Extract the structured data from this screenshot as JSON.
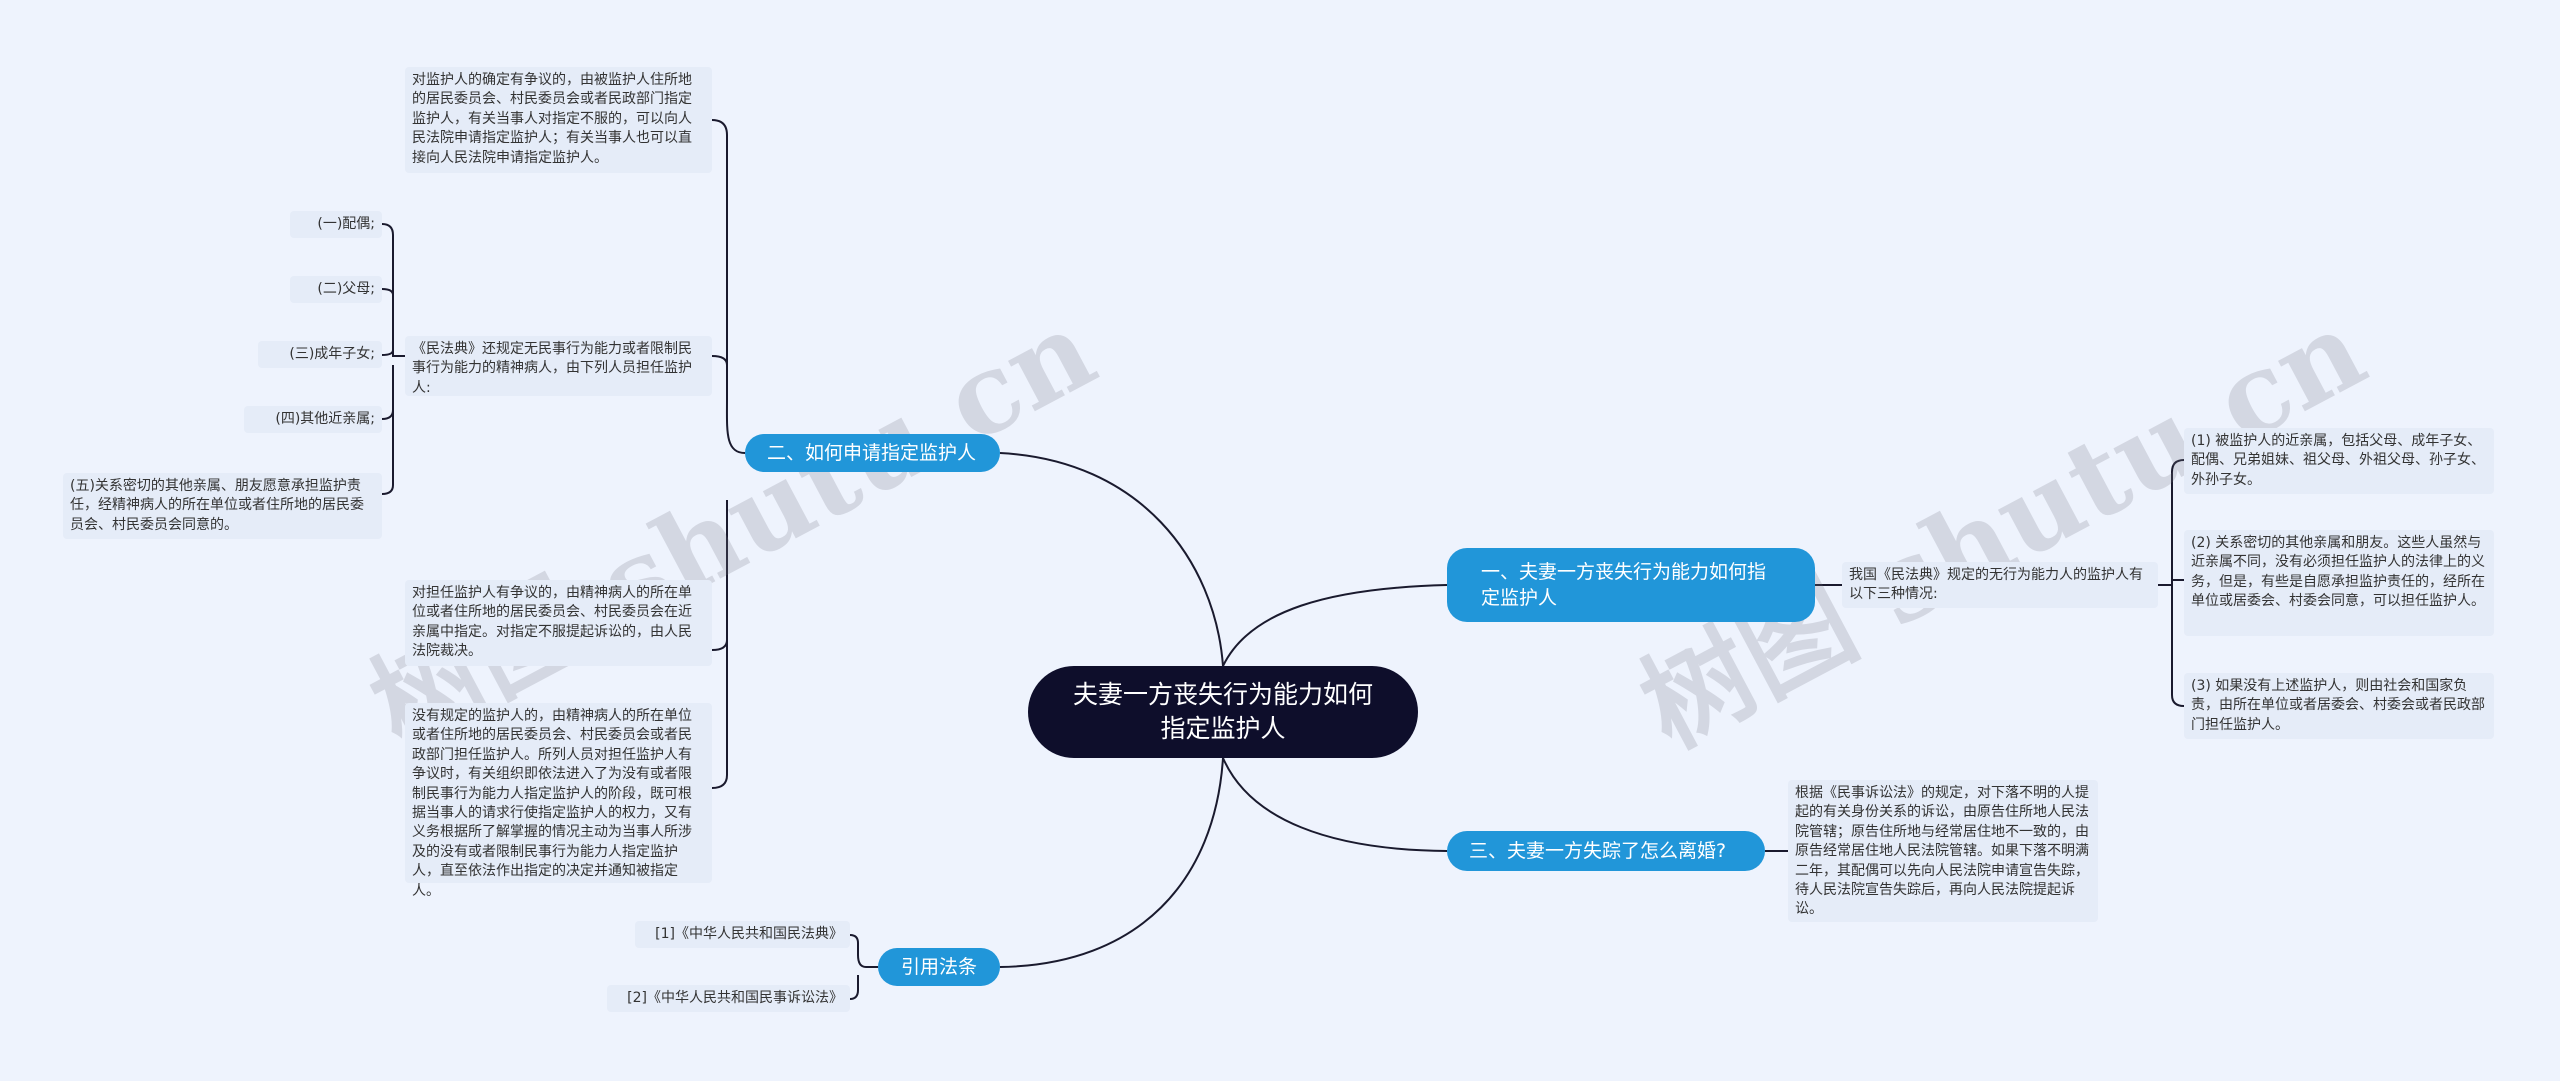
{
  "root": {
    "title": "夫妻一方丧失行为能力如何指定监护人"
  },
  "branches": {
    "b1": {
      "label": "二、如何申请指定监护人"
    },
    "b2": {
      "label": "一、夫妻一方丧失行为能力如何指定监护人"
    },
    "b3": {
      "label": "三、夫妻一方失踪了怎么离婚?"
    },
    "b4": {
      "label": "引用法条"
    }
  },
  "left_leaves": {
    "l1": "对监护人的确定有争议的，由被监护人住所地的居民委员会、村民委员会或者民政部门指定监护人，有关当事人对指定不服的，可以向人民法院申请指定监护人；有关当事人也可以直接向人民法院申请指定监护人。",
    "l2": "《民法典》还规定无民事行为能力或者限制民事行为能力的精神病人，由下列人员担任监护人:",
    "l3": "对担任监护人有争议的，由精神病人的所在单位或者住所地的居民委员会、村民委员会在近亲属中指定。对指定不服提起诉讼的，由人民法院裁决。",
    "l4": "没有规定的监护人的，由精神病人的所在单位或者住所地的居民委员会、村民委员会或者民政部门担任监护人。所列人员对担任监护人有争议时，有关组织即依法进入了为没有或者限制民事行为能力人指定监护人的阶段，既可根据当事人的请求行使指定监护人的权力，又有义务根据所了解掌握的情况主动为当事人所涉及的没有或者限制民事行为能力人指定监护人，直至依法作出指定的决定并通知被指定人。"
  },
  "sub_leaves": {
    "s1": "(一)配偶;",
    "s2": "(二)父母;",
    "s3": "(三)成年子女;",
    "s4": "(四)其他近亲属;",
    "s5": "(五)关系密切的其他亲属、朋友愿意承担监护责任，经精神病人的所在单位或者住所地的居民委员会、村民委员会同意的。"
  },
  "refs": {
    "r1": "[1]《中华人民共和国民法典》",
    "r2": "[2]《中华人民共和国民事诉讼法》"
  },
  "right_leaves": {
    "intro": "我国《民法典》规定的无行为能力人的监护人有以下三种情况:",
    "c1": "(1) 被监护人的近亲属，包括父母、成年子女、配偶、兄弟姐妹、祖父母、外祖父母、孙子女、外孙子女。",
    "c2": "(2) 关系密切的其他亲属和朋友。这些人虽然与近亲属不同，没有必须担任监护人的法律上的义务，但是，有些是自愿承担监护责任的，经所在单位或居委会、村委会同意，可以担任监护人。",
    "c3": "(3) 如果没有上述监护人，则由社会和国家负责，由所在单位或者居委会、村委会或者民政部门担任监护人。",
    "d1": "根据《民事诉讼法》的规定，对下落不明的人提起的有关身份关系的诉讼，由原告住所地人民法院管辖；原告住所地与经常居住地不一致的，由原告经常居住地人民法院管辖。如果下落不明满二年，其配偶可以先向人民法院申请宣告失踪，待人民法院宣告失踪后，再向人民法院提起诉讼。"
  },
  "watermark": "树图 shutu.cn",
  "colors": {
    "background": "#eef3fd",
    "root": "#0e0e2b",
    "branch": "#2196d9",
    "leaf": "#e5ecf8",
    "line": "#1a1a2e"
  }
}
